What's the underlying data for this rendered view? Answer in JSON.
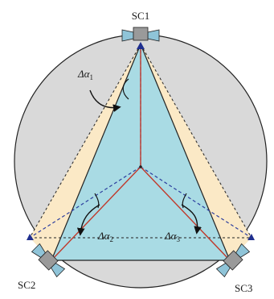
{
  "spacecraft": [
    {
      "id": "sc1",
      "label": "SC1"
    },
    {
      "id": "sc2",
      "label": "SC2"
    },
    {
      "id": "sc3",
      "label": "SC3"
    }
  ],
  "angles": [
    {
      "id": "a1",
      "symbol": "Δα",
      "sub": "1"
    },
    {
      "id": "a2",
      "symbol": "Δα",
      "sub": "2"
    },
    {
      "id": "a3",
      "symbol": "Δα",
      "sub": "3"
    }
  ],
  "colors": {
    "disc_fill": "#d9d9d9",
    "triangle_fill": "#a9dbe4",
    "wedge_fill": "#fbe9c6",
    "outline": "#222222",
    "red_line": "#c0392b",
    "blue_dashed": "#2c3e9e",
    "marker_blue": "#1f2f8f",
    "marker_red": "#c0392b",
    "satellite_body": "#9a9a9a",
    "solar_panel": "#8fc4d8"
  }
}
